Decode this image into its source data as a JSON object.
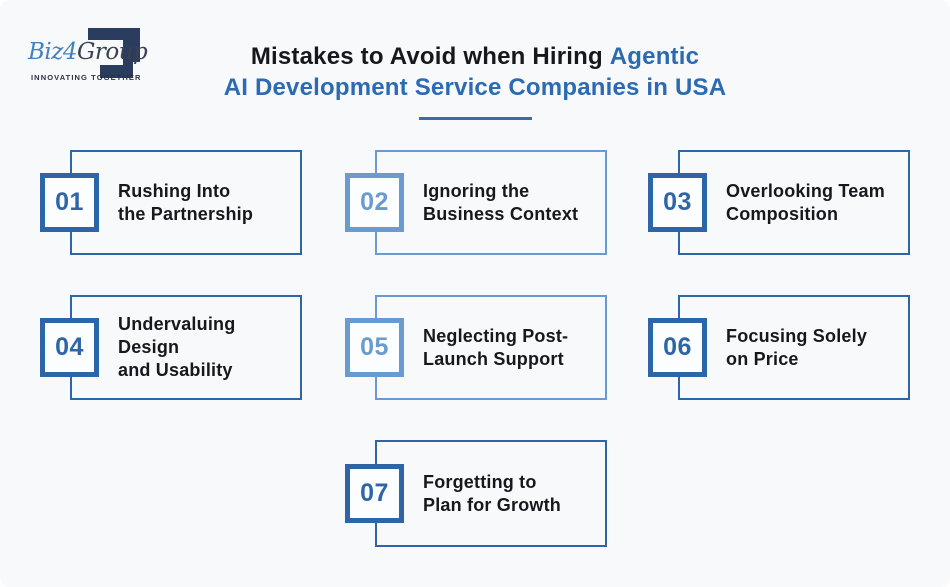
{
  "logo": {
    "brand_blue": "Biz4",
    "brand_dark": "Group",
    "tagline": "INNOVATING TOGETHER"
  },
  "title": {
    "line1_dark": "Mistakes to Avoid when Hiring ",
    "line1_accent": "Agentic",
    "line2_accent": "AI Development Service Companies in USA"
  },
  "colors": {
    "background": "#f8f9fb",
    "dark_blue": "#2d65a6",
    "light_blue": "#699bd0",
    "title_accent": "#2c6bb3",
    "title_dark": "#16181d",
    "logo_navy": "#2a3d5f",
    "logo_blue": "#447fc0",
    "logo_text": "#3a4150"
  },
  "mistakes": [
    {
      "number": "01",
      "variant": "dark",
      "lines": [
        "Rushing Into",
        "the Partnership"
      ]
    },
    {
      "number": "02",
      "variant": "light",
      "lines": [
        "Ignoring the",
        "Business Context"
      ]
    },
    {
      "number": "03",
      "variant": "dark",
      "lines": [
        "Overlooking Team",
        "Composition"
      ]
    },
    {
      "number": "04",
      "variant": "dark",
      "lines": [
        "Undervaluing Design",
        "and Usability"
      ]
    },
    {
      "number": "05",
      "variant": "light",
      "lines": [
        "Neglecting Post-",
        "Launch Support"
      ]
    },
    {
      "number": "06",
      "variant": "dark",
      "lines": [
        "Focusing Solely",
        "on Price"
      ]
    },
    {
      "number": "07",
      "variant": "dark",
      "lines": [
        "Forgetting to",
        "Plan for Growth"
      ]
    }
  ]
}
